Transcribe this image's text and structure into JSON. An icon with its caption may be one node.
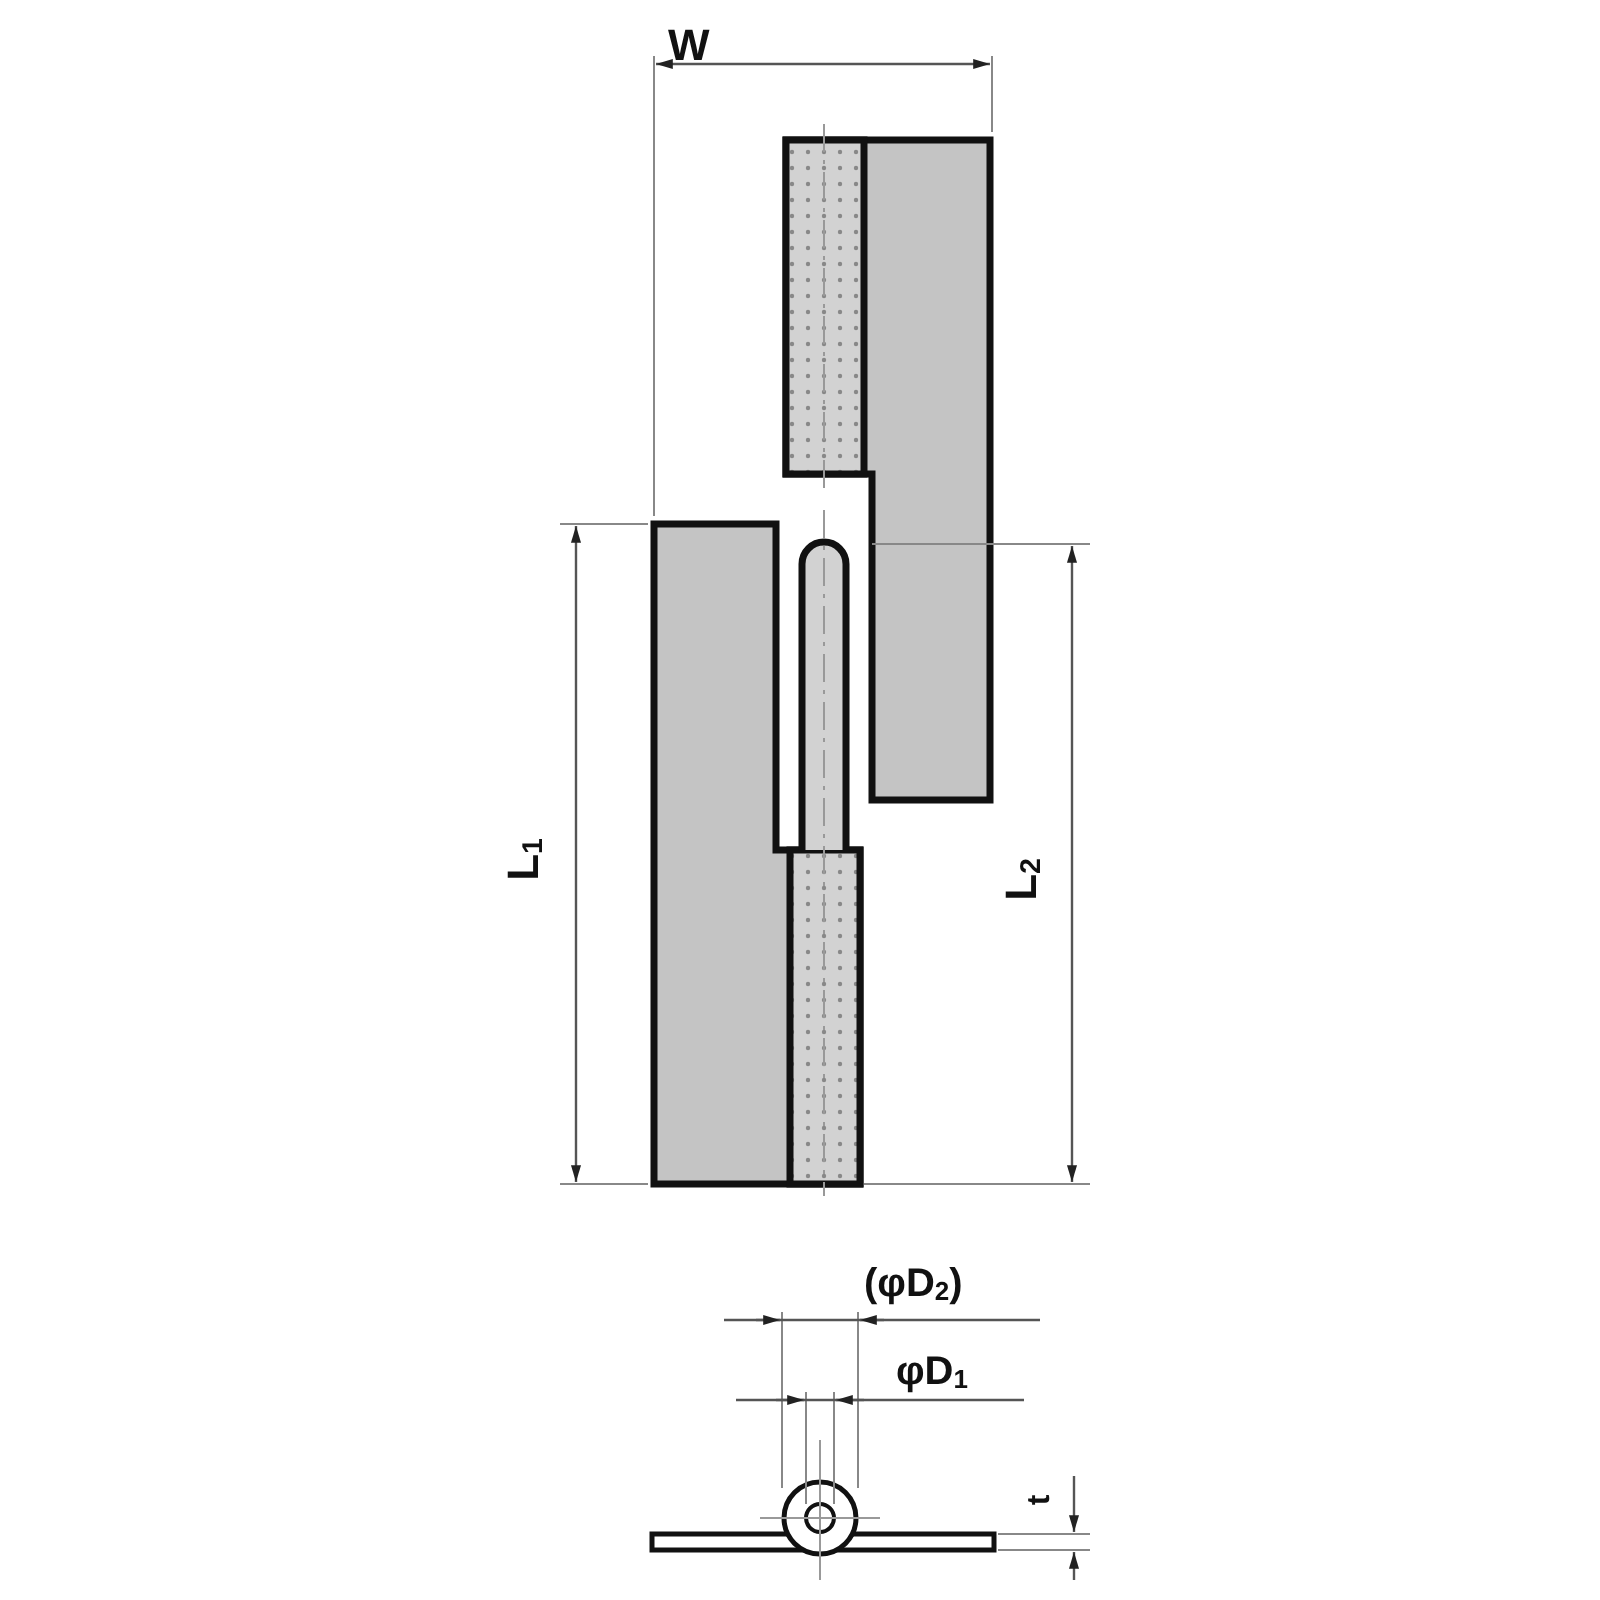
{
  "diagram": {
    "labels": [
      "W",
      "L$_{1}$",
      "L$_{2}$",
      "(φD$_{2}$)",
      "φD$_{1}$",
      "t"
    ]
  }
}
